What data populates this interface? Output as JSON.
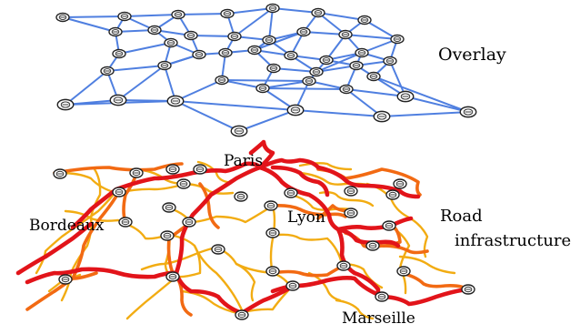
{
  "labels": {
    "overlay": "Overlay",
    "road_line1": "Road",
    "road_line2": "infrastructure",
    "paris": "Paris",
    "lyon": "Lyon",
    "bordeaux": "Bordeaux",
    "marseille": "Marseille"
  },
  "colors": {
    "overlay_edge": "#4f7fe0",
    "road_major": "#e2141a",
    "road_mid": "#f26a13",
    "road_minor": "#f2ac12",
    "node_fill": "#ffffff",
    "node_stroke": "#222222"
  }
}
